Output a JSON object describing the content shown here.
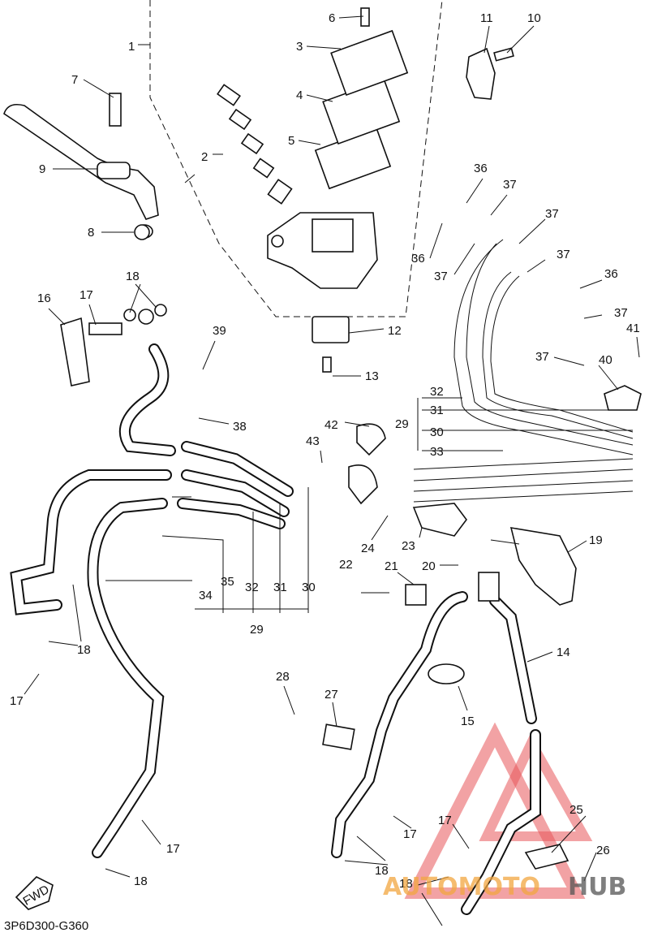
{
  "diagram": {
    "code": "3P6D300-G360",
    "fwd_label": "FWD",
    "watermark": {
      "text_a": "AUTOMOTO",
      "text_b": "HUB",
      "color_a": "#f2a640",
      "color_b": "#555555",
      "triangle_color": "#e8555a"
    },
    "callouts": [
      "1",
      "2",
      "3",
      "4",
      "5",
      "6",
      "7",
      "8",
      "9",
      "10",
      "11",
      "12",
      "13",
      "14",
      "15",
      "16",
      "17",
      "18",
      "19",
      "20",
      "21",
      "22",
      "23",
      "24",
      "25",
      "26",
      "27",
      "28",
      "29",
      "30",
      "31",
      "32",
      "33",
      "34",
      "35",
      "36",
      "37",
      "38",
      "39",
      "40",
      "41",
      "42",
      "43"
    ]
  }
}
